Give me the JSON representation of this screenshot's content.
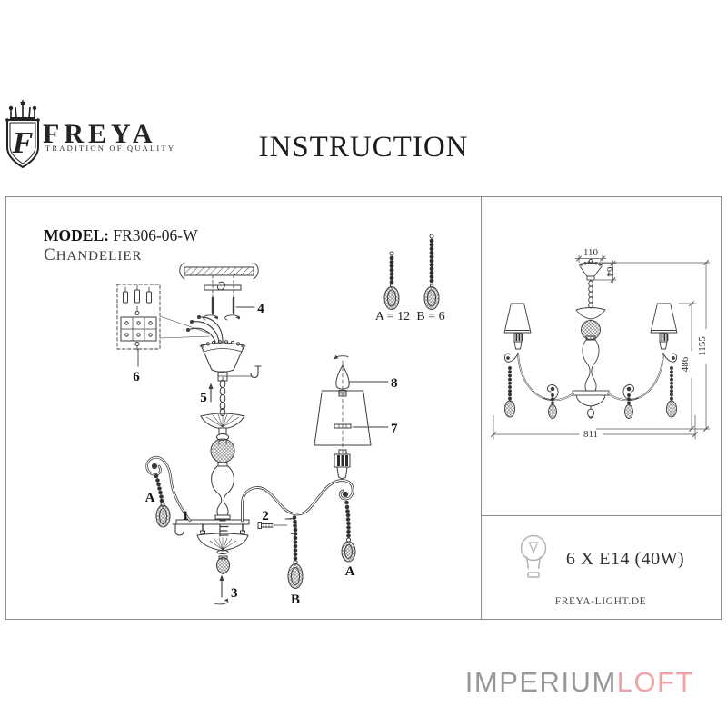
{
  "brand": {
    "monogram": "F",
    "name": "FREYA",
    "tagline": "TRADITION OF QUALITY"
  },
  "title": "INSTRUCTION",
  "product": {
    "model_label": "MODEL:",
    "model_value": "FR306-06-W",
    "type": "CHANDELIER"
  },
  "diagram": {
    "legend_a": "A = 12",
    "legend_b": "B = 6",
    "parts": {
      "p1": "1",
      "p2": "2",
      "p3": "3",
      "p4": "4",
      "p5": "5",
      "p6": "6",
      "p7": "7",
      "p8": "8",
      "a": "A",
      "b": "B"
    }
  },
  "dimensions": {
    "top_width": "110",
    "canopy_height": "64",
    "total_height": "1155",
    "body_height": "486",
    "overall_width": "811"
  },
  "spec": {
    "bulbs": "6 X E14 (40W)",
    "website": "FREYA-LIGHT.DE"
  },
  "watermark": {
    "part1": "IMPERIUM",
    "part2": "LOFT"
  },
  "icons": {
    "brand": "crown-shield-monogram-icon",
    "spec": "light-bulb-icon"
  },
  "colors": {
    "ink": "#1f1f1f",
    "line": "#3c3c3c",
    "border": "#8d8d8d",
    "watermark_gray": "#97979b",
    "watermark_pink": "#f1a2a7"
  }
}
